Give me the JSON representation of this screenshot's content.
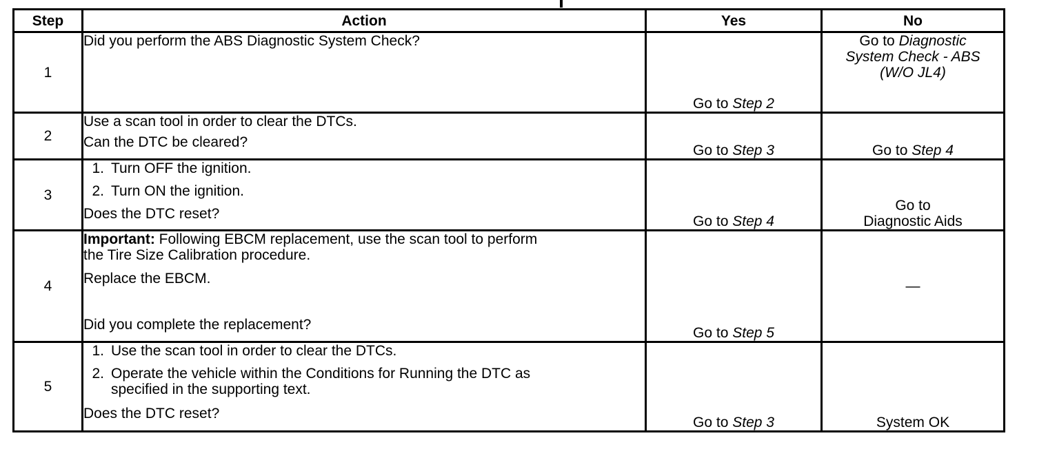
{
  "header": {
    "step": "Step",
    "action": "Action",
    "yes": "Yes",
    "no": "No"
  },
  "rows": [
    {
      "step": "1",
      "action": {
        "question": "Did you perform the ABS Diagnostic System Check?"
      },
      "yes": {
        "goto": "Go to ",
        "target": "Step 2"
      },
      "no": {
        "goto": "Go to ",
        "target": "Diagnostic System Check - ABS (W/O JL4)"
      }
    },
    {
      "step": "2",
      "action": {
        "text": "Use a scan tool in order to clear the DTCs.",
        "question": "Can the DTC be cleared?"
      },
      "yes": {
        "goto": "Go to ",
        "target": "Step 3"
      },
      "no": {
        "goto": "Go to ",
        "target": "Step 4"
      }
    },
    {
      "step": "3",
      "action": {
        "list": [
          {
            "n": "1.",
            "text": "Turn OFF the ignition."
          },
          {
            "n": "2.",
            "text": "Turn ON the ignition."
          }
        ],
        "question": "Does the DTC reset?"
      },
      "yes": {
        "goto": "Go to ",
        "target": "Step 4"
      },
      "no": {
        "line1": "Go to",
        "line2": "Diagnostic Aids"
      }
    },
    {
      "step": "4",
      "action": {
        "important_label": "Important:",
        "important_text": "Following EBCM replacement, use the scan tool to perform the Tire Size Calibration procedure.",
        "text": "Replace the EBCM.",
        "question": "Did you complete the replacement?"
      },
      "yes": {
        "goto": "Go to ",
        "target": "Step 5"
      },
      "no": {
        "dash": "—"
      }
    },
    {
      "step": "5",
      "action": {
        "list": [
          {
            "n": "1.",
            "text": "Use the scan tool in order to clear the DTCs."
          },
          {
            "n": "2.",
            "text": "Operate the vehicle within the Conditions for Running the DTC as specified in the supporting text."
          }
        ],
        "question": "Does the DTC reset?"
      },
      "yes": {
        "goto": "Go to ",
        "target": "Step 3"
      },
      "no": {
        "text": "System OK"
      }
    }
  ]
}
